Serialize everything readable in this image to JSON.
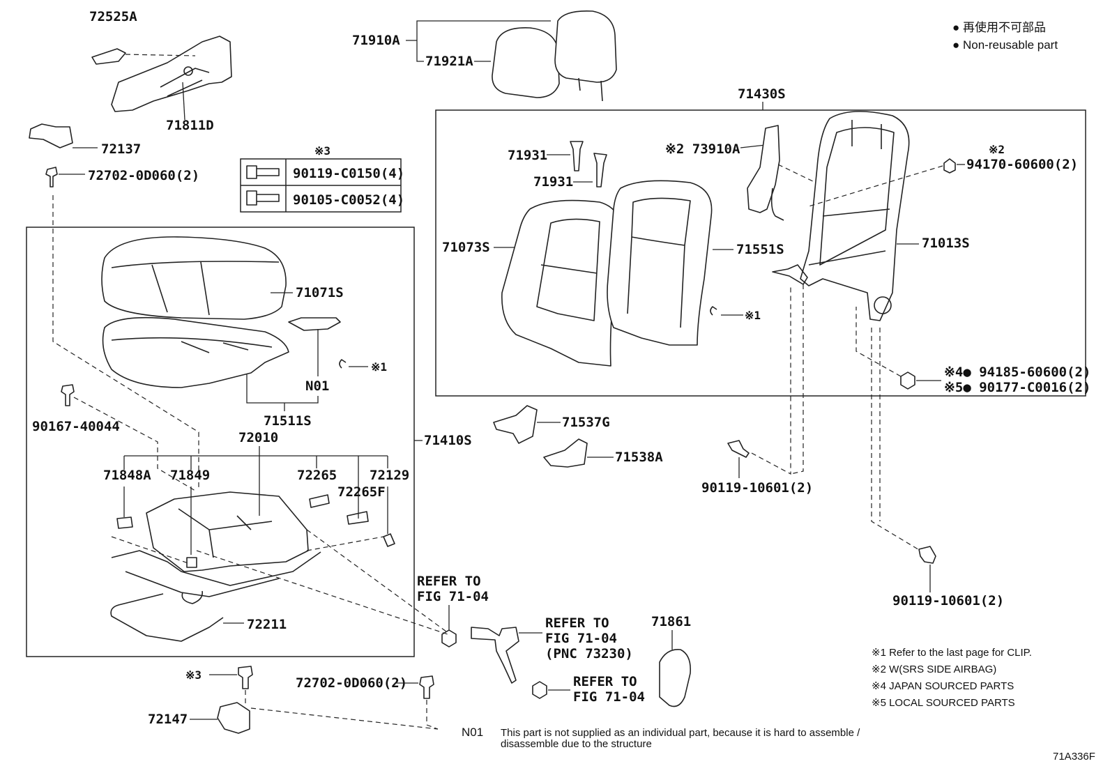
{
  "legend": {
    "line1": "● 再使用不可部品",
    "line2": "● Non-reusable part"
  },
  "hardware_table": {
    "header": "※3",
    "rows": [
      "90119-C0150(4)",
      "90105-C0052(4)"
    ]
  },
  "labels": {
    "p72525A": "72525A",
    "p71811D": "71811D",
    "p72137": "72137",
    "p72702_top": "72702-0D060(2)",
    "p71910A": "71910A",
    "p71921A": "71921A",
    "p71430S": "71430S",
    "p71931a": "71931",
    "p71931b": "71931",
    "p73910A": "※2 73910A",
    "p94170": "※2",
    "p94170b": "94170-60600(2)",
    "p71073S": "71073S",
    "p71551S": "71551S",
    "p71013S": "71013S",
    "p_clip_back": "※1",
    "p94185": "※4● 94185-60600(2)",
    "p90177": "※5● 90177-C0016(2)",
    "p71071S": "71071S",
    "p_clip_cush": "※1",
    "pN01": "N01",
    "p71511S": "71511S",
    "p90167": "90167-40044",
    "p71410S": "71410S",
    "p72010": "72010",
    "p71848A": "71848A",
    "p71849": "71849",
    "p72265": "72265",
    "p72265F": "72265F",
    "p72129": "72129",
    "p72211": "72211",
    "p71537G": "71537G",
    "p71538A": "71538A",
    "p90119_mid": "90119-10601(2)",
    "p90119_right": "90119-10601(2)",
    "refer1a": "REFER TO",
    "refer1b": "FIG 71-04",
    "refer2a": "REFER TO",
    "refer2b": "FIG 71-04",
    "refer2c": "(PNC 73230)",
    "refer3a": "REFER TO",
    "refer3b": "FIG 71-04",
    "p71861": "71861",
    "p3_bottom": "※3",
    "p72147": "72147",
    "p72702_bottom": "72702-0D060(2)"
  },
  "notes": [
    "※1 Refer to the last page for CLIP.",
    "※2 W(SRS SIDE AIRBAG)",
    "※4 JAPAN SOURCED PARTS",
    "※5 LOCAL SOURCED PARTS"
  ],
  "footer": {
    "n01_code": "N01",
    "n01_line1": "This part is not supplied as an individual part, because it is hard to assemble /",
    "n01_line2": "disassemble due to the structure",
    "figure_id": "71A336F"
  }
}
